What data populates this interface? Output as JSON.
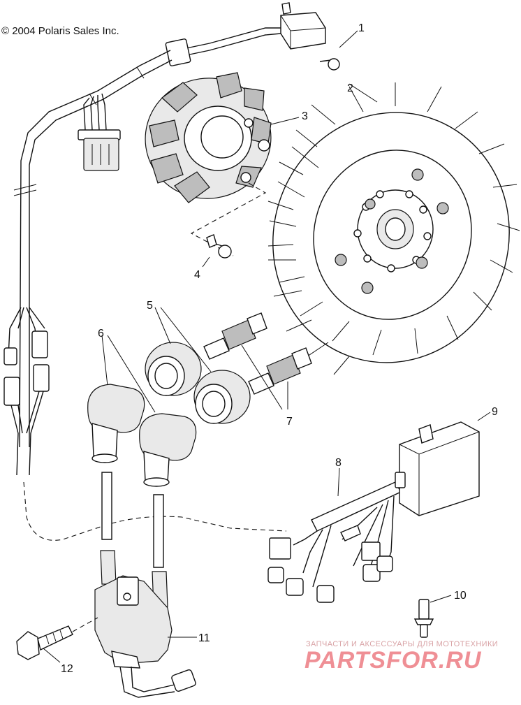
{
  "copyright": "© 2004 Polaris Sales Inc.",
  "callouts": [
    "1",
    "2",
    "3",
    "4",
    "5",
    "6",
    "7",
    "8",
    "9",
    "10",
    "11",
    "12"
  ],
  "watermark": {
    "top_text": "ЗАПЧАСТИ И АКСЕССУАРЫ ДЛЯ МОТОТЕХНИКИ",
    "logo_text": "PARTSFOR.RU"
  },
  "colors": {
    "line": "#111111",
    "watermark": "#ef8f95"
  }
}
